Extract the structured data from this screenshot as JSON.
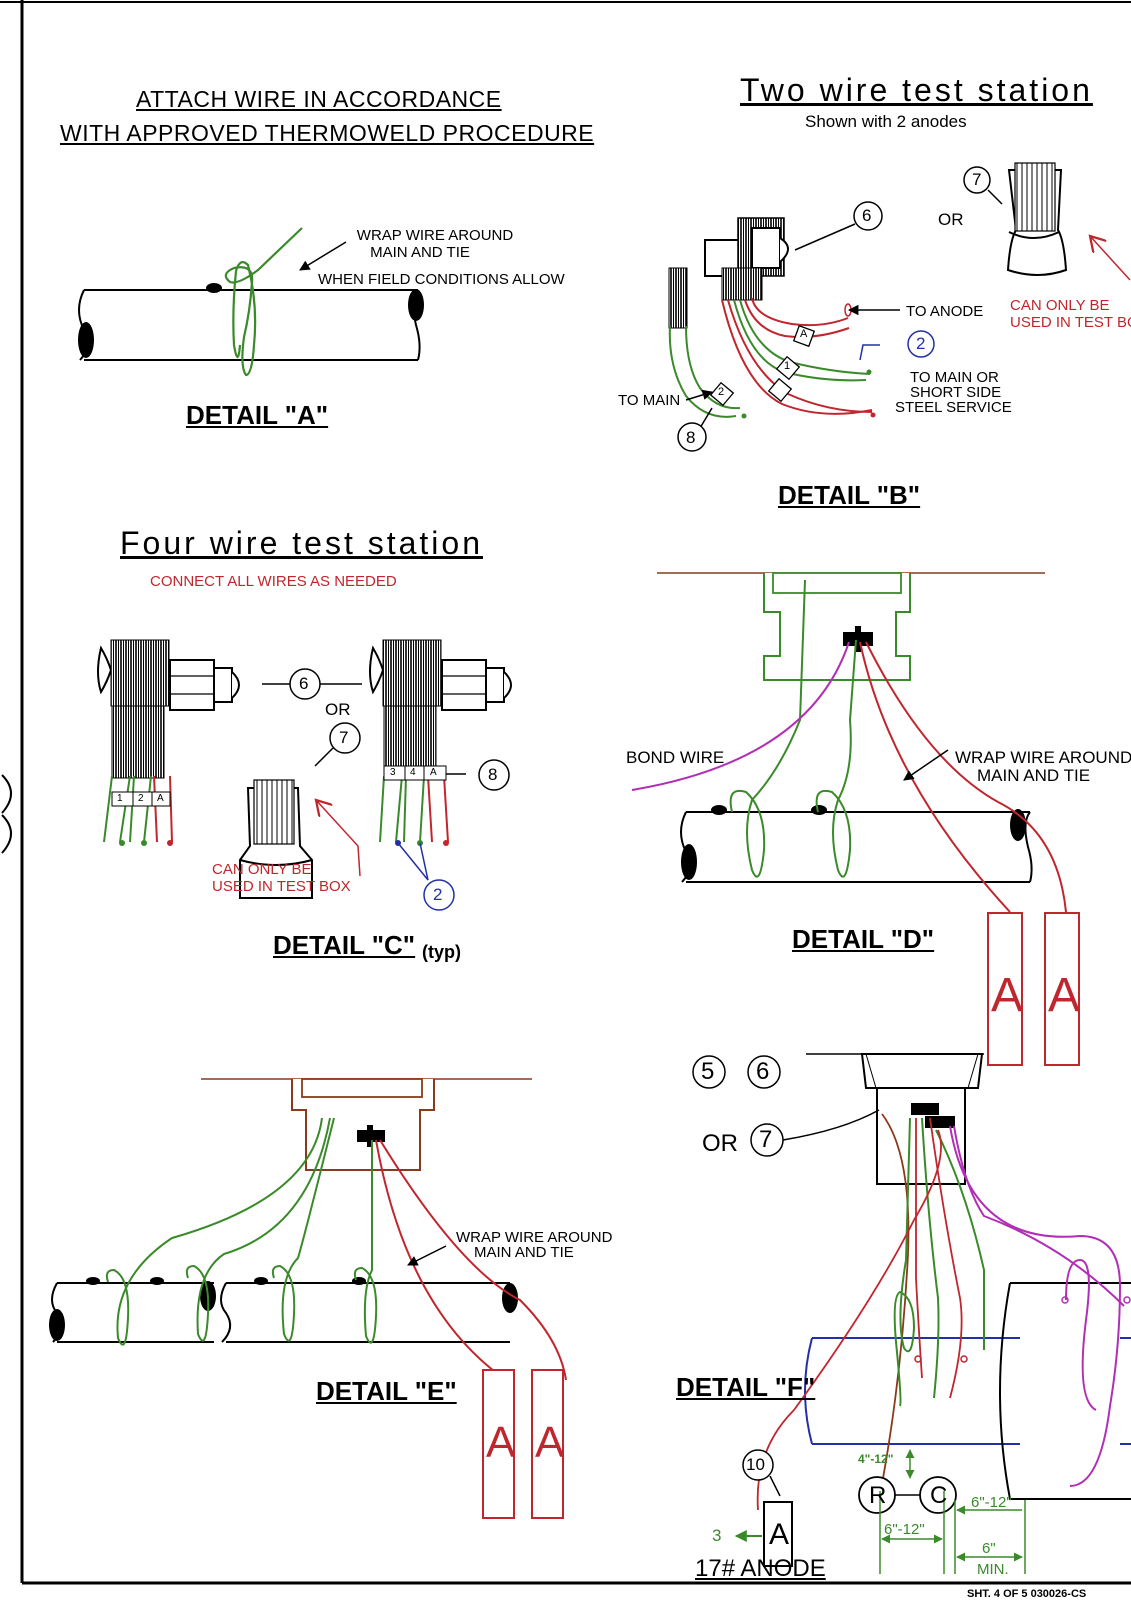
{
  "detail_a": {
    "heading_line1": "ATTACH WIRE IN ACCORDANCE",
    "heading_line2": "WITH APPROVED THERMOWELD PROCEDURE",
    "note_line1": "WRAP WIRE AROUND",
    "note_line2": "MAIN AND TIE",
    "note_line3": "WHEN FIELD CONDITIONS ALLOW",
    "label": "DETAIL \"A\""
  },
  "detail_b": {
    "heading": "Two wire test station",
    "subheading": "Shown with 2 anodes",
    "callout_6": "6",
    "callout_7": "7",
    "callout_2": "2",
    "callout_8": "8",
    "or": "OR",
    "can_only_line1": "CAN ONLY BE",
    "can_only_line2": "USED IN TEST BOX",
    "to_anode": "TO ANODE",
    "to_main_short_1": "TO MAIN OR",
    "to_main_short_2": "SHORT SIDE",
    "to_main_short_3": "STEEL SERVICE",
    "to_main": "TO MAIN",
    "tag_a": "A",
    "tag_1": "1",
    "tag_2": "2",
    "label": "DETAIL \"B\""
  },
  "detail_c": {
    "heading": "Four wire test station",
    "subheading": "CONNECT ALL WIRES AS NEEDED",
    "callout_6": "6",
    "callout_7": "7",
    "callout_8": "8",
    "callout_2": "2",
    "or": "OR",
    "can_only_line1": "CAN ONLY BE",
    "can_only_line2": "USED IN TEST BOX",
    "tags_left": [
      "1",
      "2",
      "A"
    ],
    "tags_right": [
      "3",
      "4",
      "A"
    ],
    "label": "DETAIL \"C\"",
    "label_suffix": "(typ)"
  },
  "detail_d": {
    "bond_wire": "BOND WIRE",
    "note_line1": "WRAP WIRE AROUND",
    "note_line2": "MAIN AND TIE",
    "label": "DETAIL \"D\"",
    "anode": "A"
  },
  "detail_e": {
    "note_line1": "WRAP WIRE AROUND",
    "note_line2": "MAIN AND TIE",
    "label": "DETAIL \"E\"",
    "anode": "A"
  },
  "detail_f": {
    "callout_5": "5",
    "callout_6": "6",
    "callout_7": "7",
    "or": "OR",
    "callout_10": "10",
    "callout_r": "R",
    "callout_c": "C",
    "dim_4_12": "4\"-12\"",
    "dim_6_12a": "6\"-12\"",
    "dim_6_12b": "6\"-12\"",
    "dim_6": "6\"",
    "dim_min": "MIN.",
    "arrow_3": "3",
    "anode_tag": "A",
    "anode_label": "17# ANODE",
    "label": "DETAIL \"F\""
  },
  "title_block": {
    "sheet": "SHT. 4 OF 5  030026-CS"
  }
}
